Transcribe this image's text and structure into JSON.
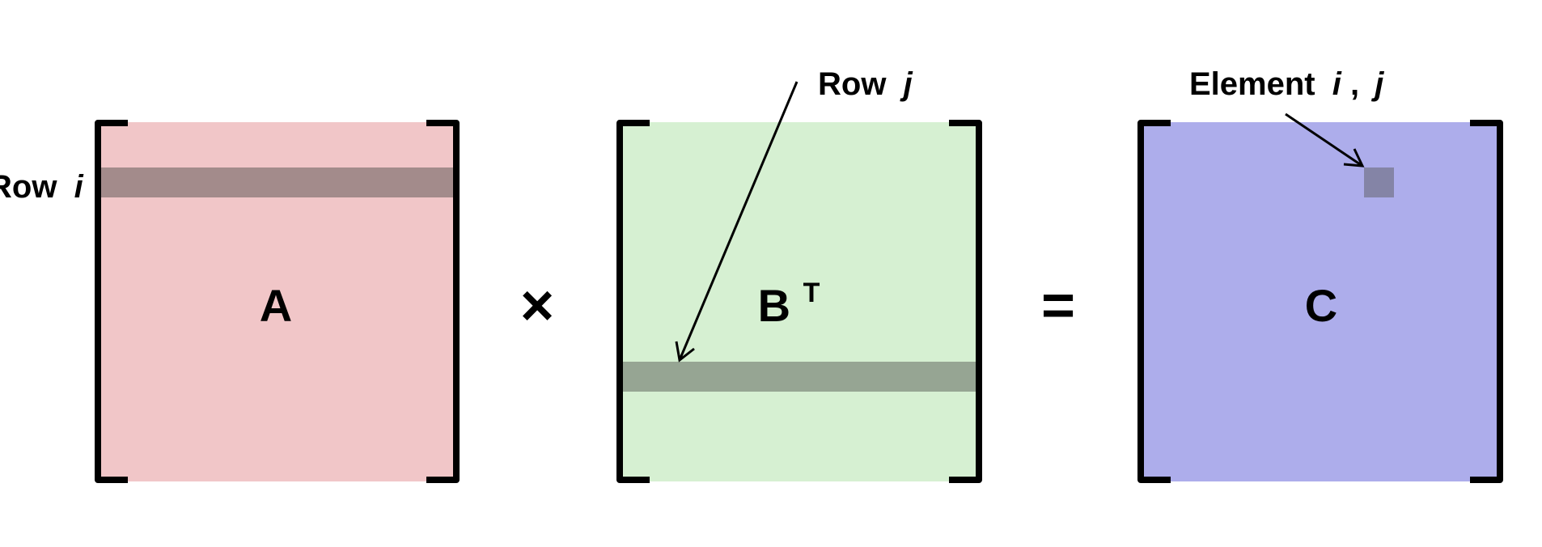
{
  "diagram": {
    "matrix_a": {
      "label": "A",
      "fill": "#f1c6c8",
      "highlight_fill": "#a38b8b",
      "row_label_prefix": "Row",
      "row_label_var": "i"
    },
    "operator_times": "×",
    "matrix_bt": {
      "label_base": "B",
      "label_sup": "T",
      "fill": "#d6f0d2",
      "highlight_fill": "#96a593",
      "row_label_prefix": "Row",
      "row_label_var": "j"
    },
    "operator_equals": "=",
    "matrix_c": {
      "label": "C",
      "fill": "#adadeb",
      "highlight_fill": "#8484a6",
      "element_label_prefix": "Element",
      "element_label_var_i": "i",
      "element_label_sep": ",",
      "element_label_var_j": "j"
    },
    "bracket_color": "#000000"
  }
}
